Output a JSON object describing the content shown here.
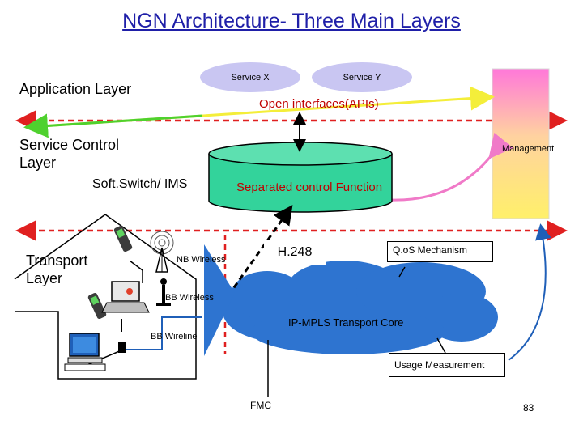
{
  "title": "NGN Architecture- Three Main Layers",
  "layers": {
    "application": "Application Layer",
    "service_control": "Service Control\nLayer",
    "transport": "Transport\nLayer"
  },
  "services": {
    "x": "Service X",
    "y": "Service Y"
  },
  "open_interfaces": "Open interfaces(APIs)",
  "management": "Management",
  "softswitch": "Soft.Switch/ IMS",
  "separated_control": "Separated control Function",
  "h248": "H.248",
  "qos": "Q.oS Mechanism",
  "nb_wireless": "NB Wireless",
  "bb_wireless": "BB Wireless",
  "bb_wireline": "BB Wireline",
  "ip_mpls": "IP-MPLS Transport Core",
  "usage": "Usage Measurement",
  "fmc": "FMC",
  "page_number": "83",
  "colors": {
    "title": "#1f1fa8",
    "cylinder": "#33d39b",
    "cloud": "#2e74d0",
    "oval": "#c9c6f2",
    "red_dash": "#e02020",
    "arrow_yellow": "#f4ee3a",
    "arrow_green": "#4fd12e",
    "arrow_pink": "#f07ac8",
    "arrow_blue": "#1f5fb8"
  }
}
